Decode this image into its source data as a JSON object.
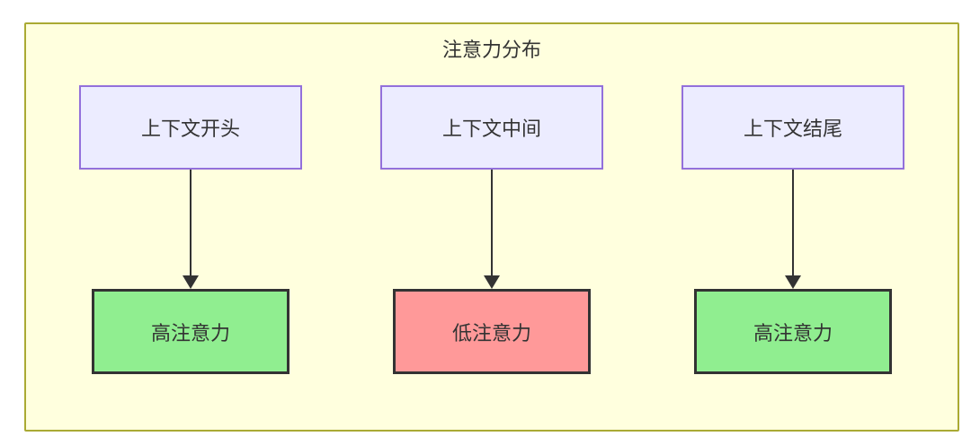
{
  "diagram": {
    "title": "注意力分布",
    "colors": {
      "canvas_bg": "#ffffff",
      "subgraph_bg": "#ffffde",
      "subgraph_border": "#aaaa33",
      "source_node_bg": "#ececff",
      "source_node_border": "#9370db",
      "high_attention_bg": "#90ee90",
      "low_attention_bg": "#ff9999",
      "result_node_border": "#333333",
      "arrow_color": "#333333",
      "text_color": "#333333"
    },
    "flows": [
      {
        "source": "上下文开头",
        "target": "高注意力",
        "level": "high"
      },
      {
        "source": "上下文中间",
        "target": "低注意力",
        "level": "low"
      },
      {
        "source": "上下文结尾",
        "target": "高注意力",
        "level": "high"
      }
    ]
  }
}
